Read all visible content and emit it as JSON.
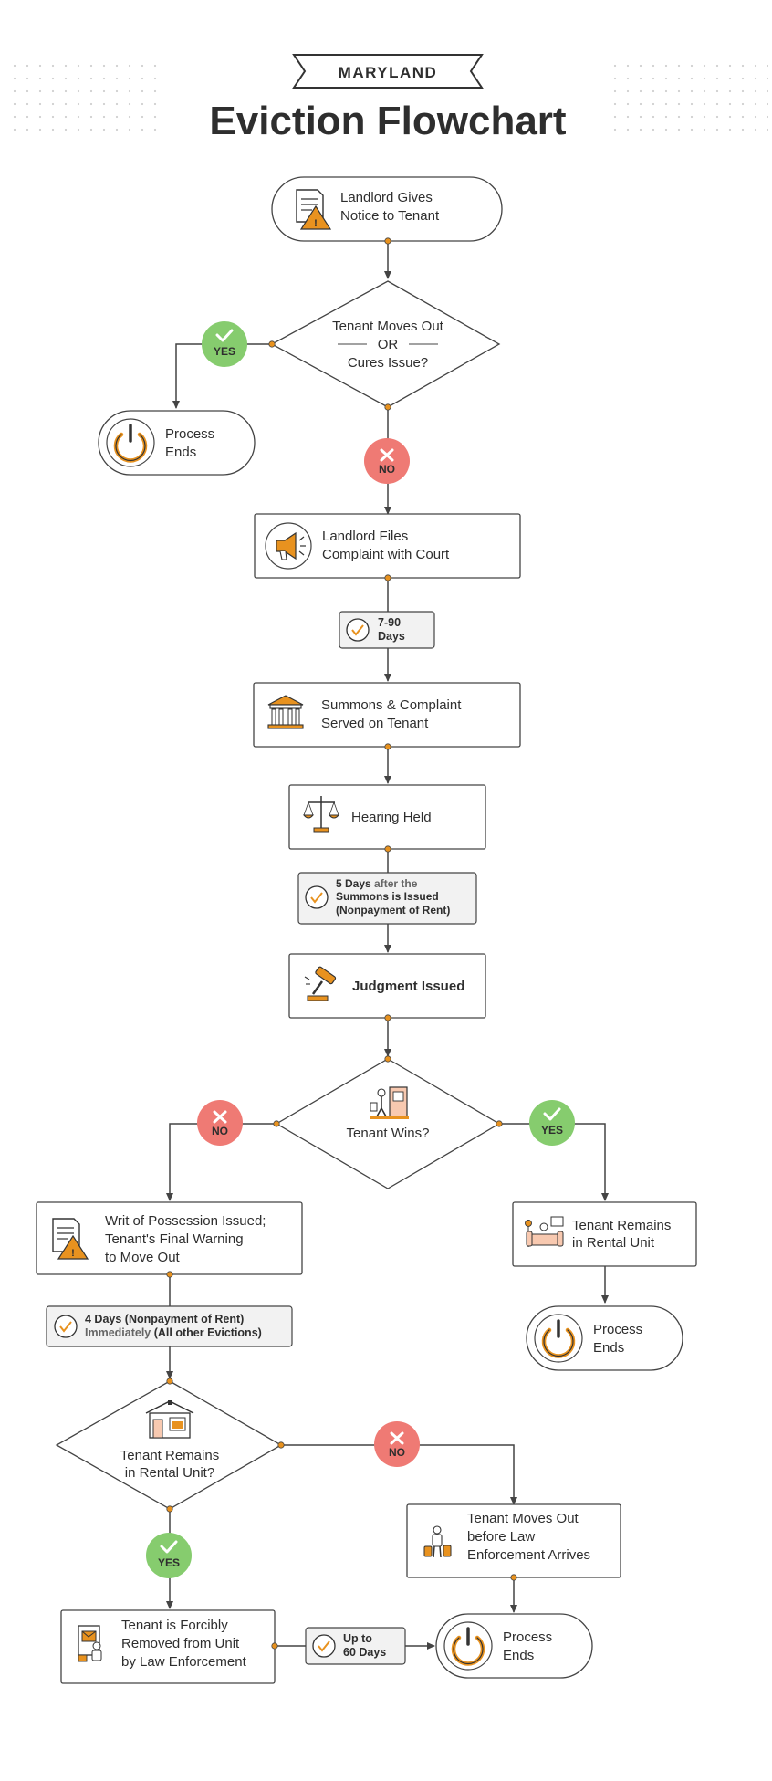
{
  "header": {
    "state": "MARYLAND",
    "title": "Eviction Flowchart"
  },
  "nodes": {
    "notice": [
      "Landlord Gives",
      "Notice to Tenant"
    ],
    "moves_out": [
      "Tenant Moves Out",
      "OR",
      "Cures Issue?"
    ],
    "end1": [
      "Process",
      "Ends"
    ],
    "files": [
      "Landlord Files",
      "Complaint with Court"
    ],
    "summons": [
      "Summons & Complaint",
      "Served on Tenant"
    ],
    "hearing": [
      "Hearing Held"
    ],
    "judgment": [
      "Judgment Issued"
    ],
    "wins": [
      "Tenant Wins?"
    ],
    "writ": [
      "Writ of Possession Issued;",
      "Tenant's Final Warning",
      "to Move Out"
    ],
    "remains_win": [
      "Tenant Remains",
      "in Rental Unit"
    ],
    "end2": [
      "Process",
      "Ends"
    ],
    "remains_q": [
      "Tenant Remains",
      "in Rental Unit?"
    ],
    "moves_before": [
      "Tenant Moves Out",
      "before Law",
      "Enforcement Arrives"
    ],
    "removed": [
      "Tenant is Forcibly",
      "Removed from Unit",
      "by Law Enforcement"
    ],
    "end3": [
      "Process",
      "Ends"
    ]
  },
  "timers": {
    "t1": [
      [
        "7-90"
      ],
      [
        "Days"
      ]
    ],
    "t2": [
      [
        "5 Days",
        " after the"
      ],
      [
        "Summons is Issued"
      ],
      [
        "(Nonpayment of Rent)"
      ]
    ],
    "t3": [
      [
        "4 Days (Nonpayment of Rent)"
      ],
      [
        "Immediately",
        " (All other Evictions)"
      ]
    ],
    "t4": [
      [
        "Up to"
      ],
      [
        "60 Days"
      ]
    ]
  },
  "badges": {
    "yes": "YES",
    "no": "NO"
  },
  "colors": {
    "yes": "#86cc6e",
    "no": "#ef7a74",
    "accent": "#e8921f",
    "line": "#444444"
  }
}
